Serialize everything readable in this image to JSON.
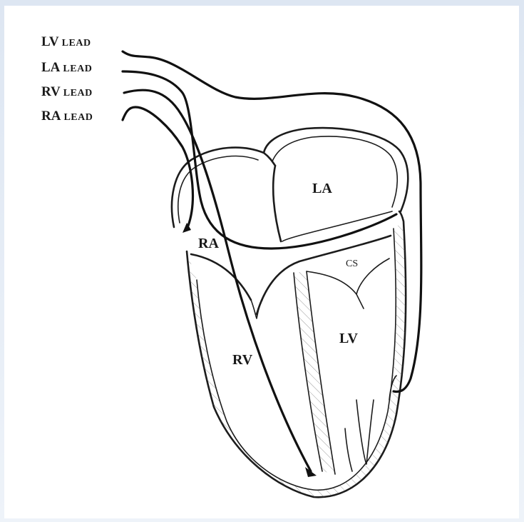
{
  "leads": [
    {
      "prefix": "LV",
      "suffix": "LEAD"
    },
    {
      "prefix": "LA",
      "suffix": "LEAD"
    },
    {
      "prefix": "RV",
      "suffix": "LEAD"
    },
    {
      "prefix": "RA",
      "suffix": "LEAD"
    }
  ],
  "chambers": {
    "la": "LA",
    "ra": "RA",
    "cs": "CS",
    "rv": "RV",
    "lv": "LV"
  },
  "colors": {
    "ink": "#1c1c1c",
    "background": "#ffffff",
    "border_tint": "#dde6f2"
  }
}
